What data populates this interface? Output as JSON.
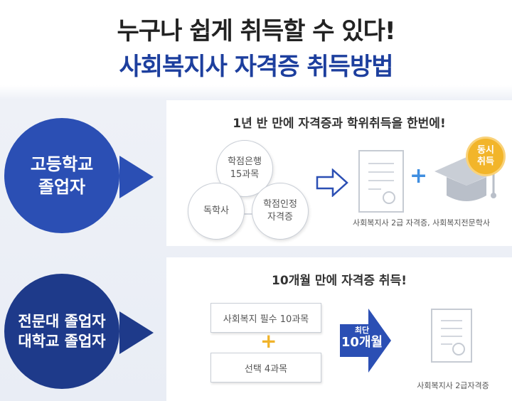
{
  "header": {
    "line1": "누구나 쉽게 취득할 수 있다!",
    "line2": "사회복지사 자격증 취득방법"
  },
  "section1": {
    "circle_line1": "고등학교",
    "circle_line2": "졸업자",
    "title": "1년 반 만에 자격증과 학위취득을 한번에!",
    "bubble_top_line1": "학점은행",
    "bubble_top_line2": "15과목",
    "bubble_left": "독학사",
    "bubble_right_line1": "학점인정",
    "bubble_right_line2": "자격증",
    "badge_line1": "동시",
    "badge_line2": "취득",
    "caption": "사회복지사 2급 자격증, 사회복지전문학사"
  },
  "section2": {
    "circle_line1": "전문대 졸업자",
    "circle_line2": "대학교 졸업자",
    "title": "10개월 만에 자격증 취득!",
    "box1": "사회복지 필수 10과목",
    "box2": "선택 4과목",
    "arrow_small": "최단",
    "arrow_large": "10개월",
    "caption": "사회복지사 2급자격증"
  },
  "colors": {
    "accent_blue": "#2b4fb4",
    "dark_blue": "#1e3a8a",
    "plus_blue": "#3f8ee0",
    "gold": "#f2b52a"
  }
}
